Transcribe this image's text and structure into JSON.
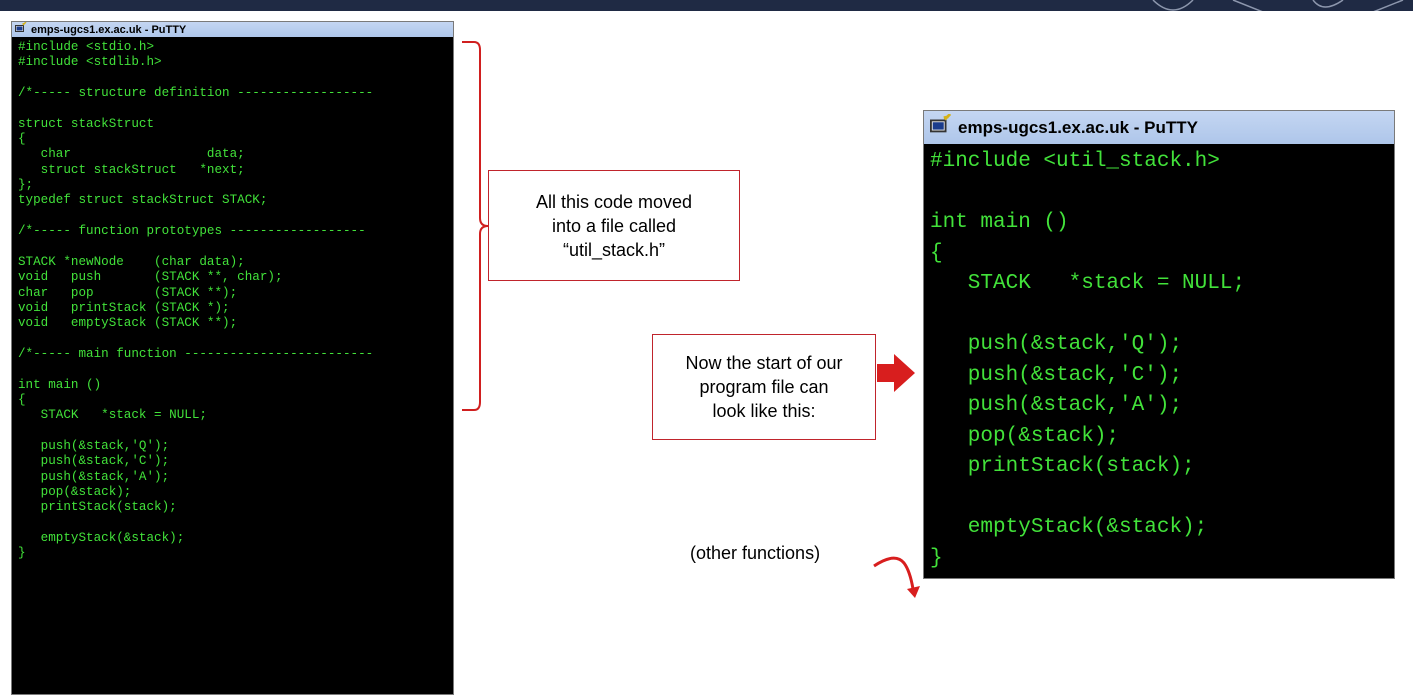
{
  "left_window": {
    "title": "emps-ugcs1.ex.ac.uk - PuTTY",
    "code": "#include <stdio.h>\n#include <stdlib.h>\n\n/*----- structure definition ------------------\n\nstruct stackStruct\n{\n   char                  data;\n   struct stackStruct   *next;\n};\ntypedef struct stackStruct STACK;\n\n/*----- function prototypes ------------------\n\nSTACK *newNode    (char data);\nvoid   push       (STACK **, char);\nchar   pop        (STACK **);\nvoid   printStack (STACK *);\nvoid   emptyStack (STACK **);\n\n/*----- main function -------------------------\n\nint main ()\n{\n   STACK   *stack = NULL;\n\n   push(&stack,'Q');\n   push(&stack,'C');\n   push(&stack,'A');\n   pop(&stack);\n   printStack(stack);\n\n   emptyStack(&stack);\n}"
  },
  "right_window": {
    "title": "emps-ugcs1.ex.ac.uk - PuTTY",
    "code": "#include <util_stack.h>\n\nint main ()\n{\n   STACK   *stack = NULL;\n\n   push(&stack,'Q');\n   push(&stack,'C');\n   push(&stack,'A');\n   pop(&stack);\n   printStack(stack);\n\n   emptyStack(&stack);\n}"
  },
  "callouts": {
    "moved": "All this code moved\ninto a file called\n“util_stack.h”",
    "start": "Now the start of our\nprogram file can\nlook like this:"
  },
  "labels": {
    "other_functions": "(other functions)"
  },
  "colors": {
    "code_text": "#42e23a",
    "annotation_red": "#d01f1f",
    "banner": "#1f2a44"
  },
  "icons": {
    "window": "putty-terminal-icon"
  }
}
